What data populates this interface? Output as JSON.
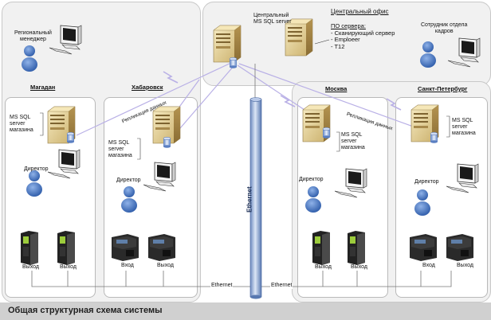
{
  "regional_manager": "Региональный\nменеджер",
  "central_server": "Центральный\nMS SQL server",
  "central_office": "Центральный офис",
  "server_software": {
    "title": "ПО сервера:",
    "items": [
      "- Сканирующий сервер",
      "- Emploeer",
      "- T12"
    ]
  },
  "hr_employee": "Сотрудник отдела\nкадров",
  "cities": {
    "magadan": "Магадан",
    "khabarovsk": "Хабаровск",
    "moscow": "Москва",
    "spb": "Санкт-Петербург"
  },
  "store_server": "MS SQL\nserver\nмагазина",
  "replication": "Репликация данных",
  "director": "Директор",
  "exit": "Выход",
  "entry": "Вход",
  "ethernet": "Ethernet",
  "caption": "Общая структурная схема системы"
}
